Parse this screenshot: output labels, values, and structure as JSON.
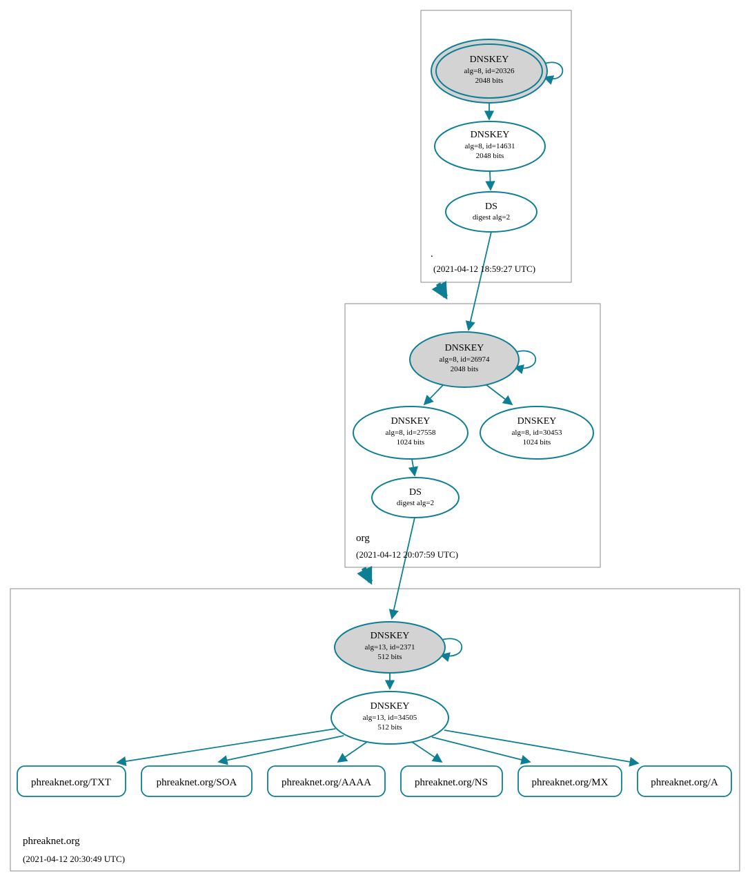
{
  "colors": {
    "edge": "#0d7e94",
    "ksk_fill": "#d3d3d3"
  },
  "zones": {
    "root": {
      "label": ".",
      "timestamp": "(2021-04-12 18:59:27 UTC)"
    },
    "org": {
      "label": "org",
      "timestamp": "(2021-04-12 20:07:59 UTC)"
    },
    "phreaknet": {
      "label": "phreaknet.org",
      "timestamp": "(2021-04-12 20:30:49 UTC)"
    }
  },
  "nodes": {
    "root_ksk": {
      "title": "DNSKEY",
      "detail": "alg=8, id=20326",
      "bits": "2048 bits"
    },
    "root_zsk": {
      "title": "DNSKEY",
      "detail": "alg=8, id=14631",
      "bits": "2048 bits"
    },
    "root_ds": {
      "title": "DS",
      "detail": "digest alg=2"
    },
    "org_ksk": {
      "title": "DNSKEY",
      "detail": "alg=8, id=26974",
      "bits": "2048 bits"
    },
    "org_zsk_a": {
      "title": "DNSKEY",
      "detail": "alg=8, id=27558",
      "bits": "1024 bits"
    },
    "org_zsk_b": {
      "title": "DNSKEY",
      "detail": "alg=8, id=30453",
      "bits": "1024 bits"
    },
    "org_ds": {
      "title": "DS",
      "detail": "digest alg=2"
    },
    "phreaknet_ksk": {
      "title": "DNSKEY",
      "detail": "alg=13, id=2371",
      "bits": "512 bits"
    },
    "phreaknet_zsk": {
      "title": "DNSKEY",
      "detail": "alg=13, id=34505",
      "bits": "512 bits"
    }
  },
  "rrsets": [
    {
      "label": "phreaknet.org/TXT"
    },
    {
      "label": "phreaknet.org/SOA"
    },
    {
      "label": "phreaknet.org/AAAA"
    },
    {
      "label": "phreaknet.org/NS"
    },
    {
      "label": "phreaknet.org/MX"
    },
    {
      "label": "phreaknet.org/A"
    }
  ]
}
